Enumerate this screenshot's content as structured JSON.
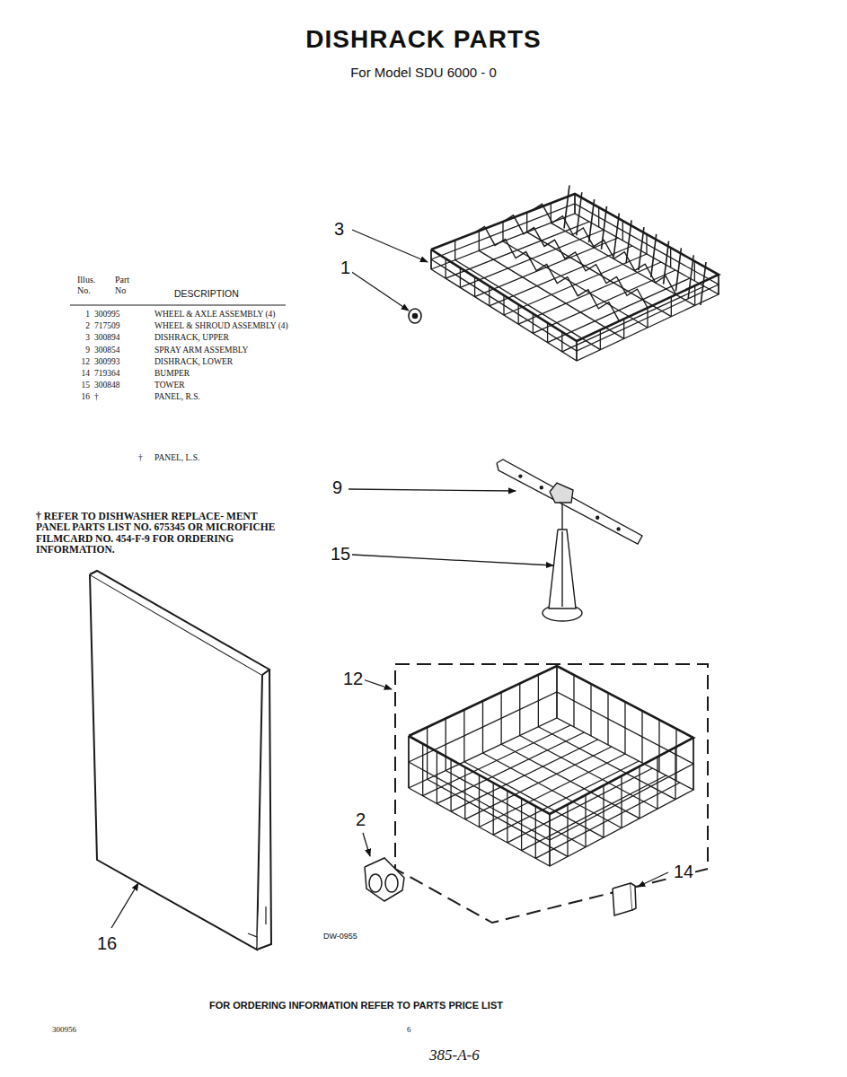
{
  "diagram": {
    "title": "DISHRACK PARTS",
    "labels": [
      "For Model SDU 6000 - 0",
      "Illus. No.",
      "Part No",
      "DESCRIPTION",
      "1",
      "300995",
      "WHEEL & AXLE ASSEMBLY (4)",
      "2",
      "717509",
      "WHEEL & SHROUD ASSEMBLY (4)",
      "3",
      "300894",
      "DISHRACK, UPPER",
      "9",
      "300854",
      "SPRAY ARM ASSEMBLY",
      "12",
      "300993",
      "DISHRACK, LOWER",
      "14",
      "719364",
      "BUMPER",
      "15",
      "300848",
      "TOWER",
      "16",
      "†",
      "PANEL, R.S.",
      "†",
      "PANEL, L.S.",
      "† REFER TO DISHWASHER REPLACE- MENT PANEL PARTS LIST NO. 675345 OR MICROFICHE FILMCARD NO. 454-F-9 FOR ORDERING INFORMATION.",
      "3",
      "1",
      "9",
      "15",
      "12",
      "2",
      "14",
      "16",
      "DW-0955",
      "FOR ORDERING INFORMATION REFER TO PARTS PRICE LIST",
      "300956",
      "6",
      "385-A-6"
    ]
  }
}
